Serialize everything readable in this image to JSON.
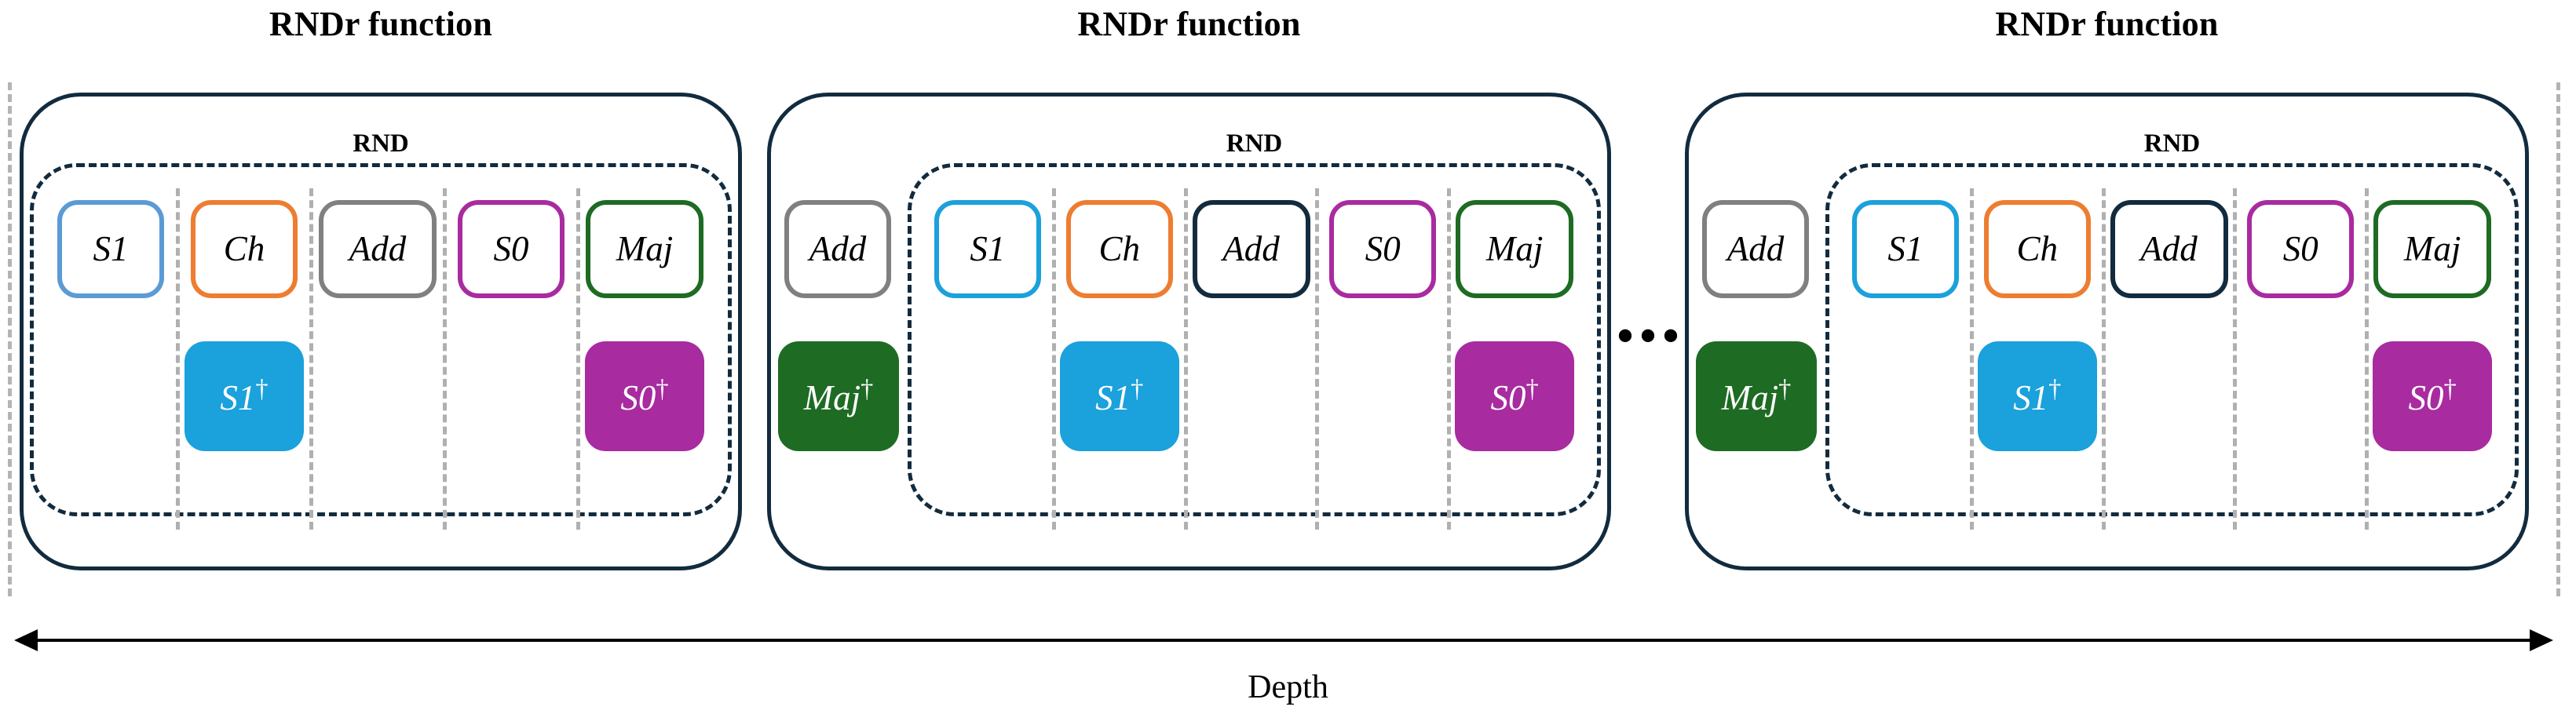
{
  "diagram": {
    "depth_label": "Depth",
    "ellipsis": "•••",
    "colors": {
      "outer_border": "#122b3e",
      "dashed_inner": "#122b3e",
      "divider": "#b0b0b0",
      "edge_guide": "#b4b4b4",
      "s1_blue": "#5b9bd5",
      "s1_cyan": "#1ba1db",
      "ch_orange": "#ed7d31",
      "add_gray": "#808080",
      "add_navy": "#122b3e",
      "s0_magenta": "#a82ba0",
      "maj_green": "#1e6b23",
      "maj_dark_green": "#1e6b23",
      "fill_cyan": "#1ba1db",
      "fill_magenta": "#a82ba0",
      "fill_green": "#1e6b23",
      "text_black": "#000000",
      "text_white": "#ffffff"
    },
    "groups": [
      {
        "title": "RNDr function",
        "rnd_label": "RND",
        "pre_gate": null,
        "rnd_gates": [
          {
            "label": "S1",
            "style": "outline",
            "color": "#5b9bd5"
          },
          {
            "label": "Ch",
            "style": "outline",
            "color": "#ed7d31"
          },
          {
            "label": "Add",
            "style": "outline",
            "color": "#808080"
          },
          {
            "label": "S0",
            "style": "outline",
            "color": "#a82ba0"
          },
          {
            "label": "Maj",
            "style": "outline",
            "color": "#1e6b23"
          }
        ],
        "dagger_gates": [
          {
            "label": "S1",
            "dagger": "†",
            "style": "filled",
            "color": "#1ba1db",
            "column": 1
          },
          {
            "label": "S0",
            "dagger": "†",
            "style": "filled",
            "color": "#a82ba0",
            "column": 4
          }
        ]
      },
      {
        "title": "RNDr function",
        "rnd_label": "RND",
        "pre_gate": {
          "label": "Add",
          "style": "outline",
          "color": "#808080"
        },
        "rnd_gates": [
          {
            "label": "S1",
            "style": "outline",
            "color": "#1ba1db"
          },
          {
            "label": "Ch",
            "style": "outline",
            "color": "#ed7d31"
          },
          {
            "label": "Add",
            "style": "outline",
            "color": "#122b3e"
          },
          {
            "label": "S0",
            "style": "outline",
            "color": "#a82ba0"
          },
          {
            "label": "Maj",
            "style": "outline",
            "color": "#1e6b23"
          }
        ],
        "pre_dagger_gate": {
          "label": "Maj",
          "dagger": "†",
          "style": "filled",
          "color": "#1e6b23"
        },
        "dagger_gates": [
          {
            "label": "S1",
            "dagger": "†",
            "style": "filled",
            "color": "#1ba1db",
            "column": 1
          },
          {
            "label": "S0",
            "dagger": "†",
            "style": "filled",
            "color": "#a82ba0",
            "column": 4
          }
        ]
      },
      {
        "title": "RNDr function",
        "rnd_label": "RND",
        "pre_gate": {
          "label": "Add",
          "style": "outline",
          "color": "#808080"
        },
        "rnd_gates": [
          {
            "label": "S1",
            "style": "outline",
            "color": "#1ba1db"
          },
          {
            "label": "Ch",
            "style": "outline",
            "color": "#ed7d31"
          },
          {
            "label": "Add",
            "style": "outline",
            "color": "#122b3e"
          },
          {
            "label": "S0",
            "style": "outline",
            "color": "#a82ba0"
          },
          {
            "label": "Maj",
            "style": "outline",
            "color": "#1e6b23"
          }
        ],
        "pre_dagger_gate": {
          "label": "Maj",
          "dagger": "†",
          "style": "filled",
          "color": "#1e6b23"
        },
        "dagger_gates": [
          {
            "label": "S1",
            "dagger": "†",
            "style": "filled",
            "color": "#1ba1db",
            "column": 1
          },
          {
            "label": "S0",
            "dagger": "†",
            "style": "filled",
            "color": "#a82ba0",
            "column": 4
          }
        ]
      }
    ]
  }
}
